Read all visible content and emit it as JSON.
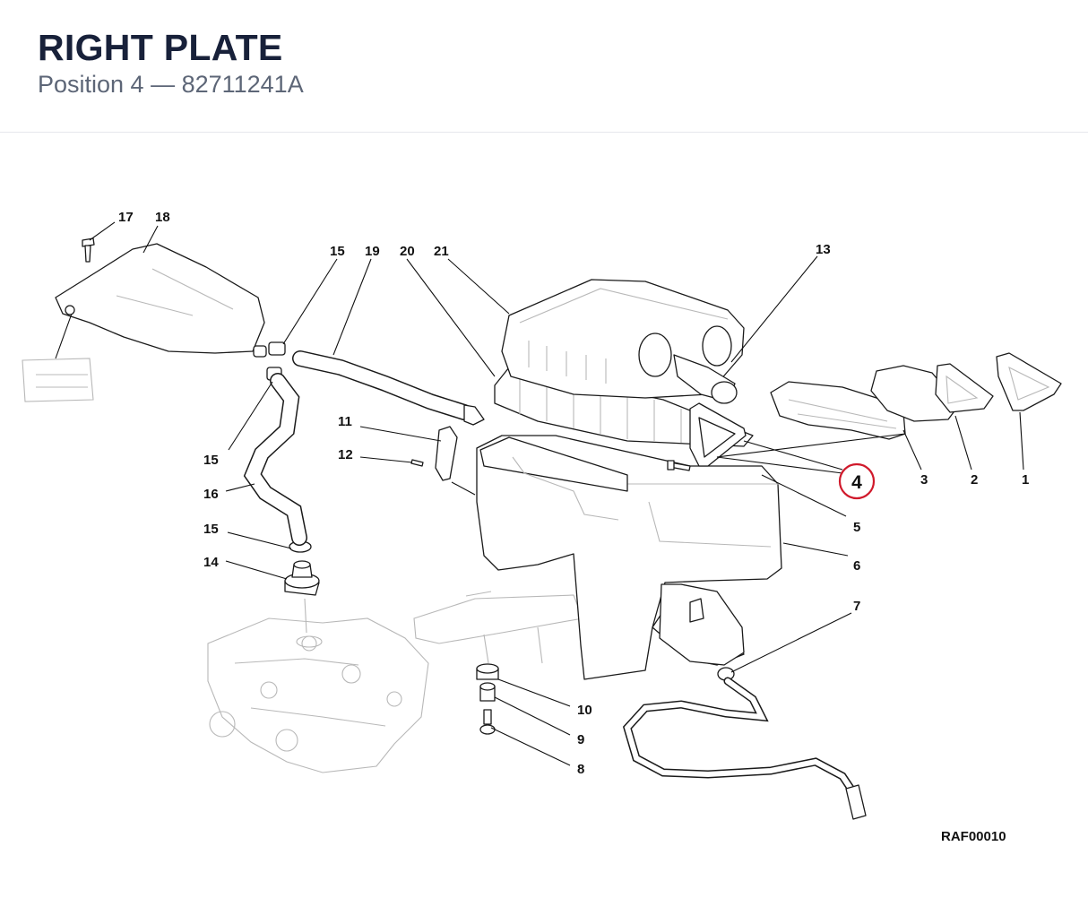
{
  "header": {
    "title": "RIGHT PLATE",
    "subtitle": "Position 4 — 82711241A"
  },
  "diagram": {
    "drawing_code": "RAF00010",
    "highlighted_label": "4",
    "highlight_color": "#d0192b",
    "labels": {
      "p1": "1",
      "p2": "2",
      "p3": "3",
      "p4": "4",
      "p5": "5",
      "p6": "6",
      "p7": "7",
      "p8": "8",
      "p9": "9",
      "p10": "10",
      "p11": "11",
      "p12": "12",
      "p13": "13",
      "p14": "14",
      "p15a": "15",
      "p15b": "15",
      "p15c": "15",
      "p16": "16",
      "p17": "17",
      "p18": "18",
      "p19": "19",
      "p20": "20",
      "p21": "21"
    }
  }
}
